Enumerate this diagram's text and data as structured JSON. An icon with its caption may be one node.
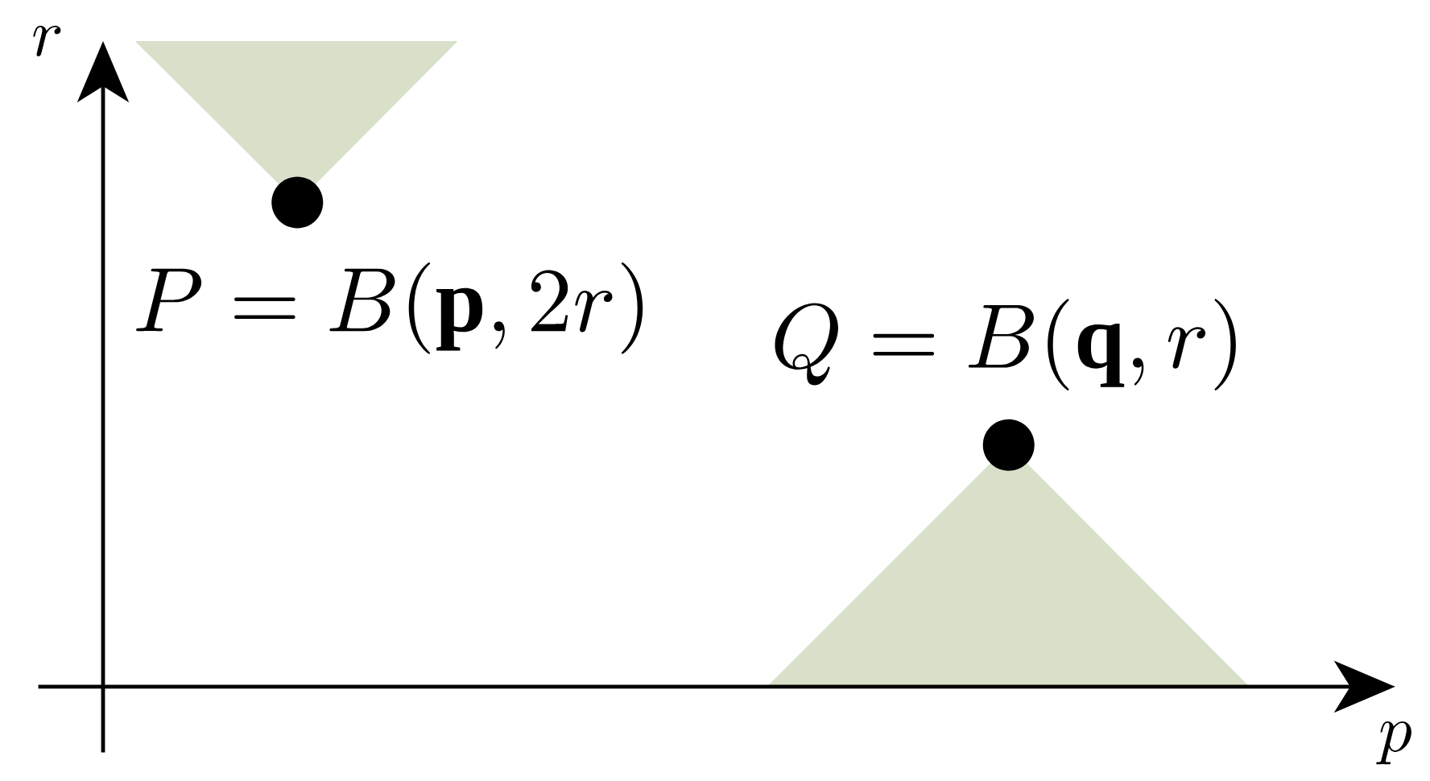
{
  "diagram": {
    "labels": [
      "r",
      "p",
      "P = B(\\mathbf{p}, 2r)",
      "Q = B(\\mathbf{q}, r)"
    ]
  }
}
